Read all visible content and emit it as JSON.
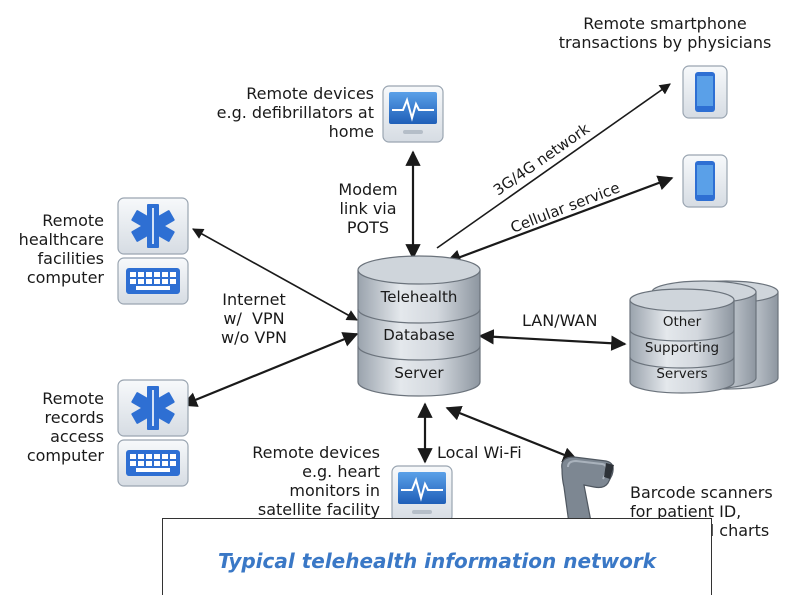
{
  "labels": {
    "remote_smartphone": "Remote smartphone\ntransactions by physicians",
    "remote_devices_home": "Remote devices\ne.g. defibrillators at\nhome",
    "network_3g4g": "3G/4G network",
    "cellular_service": "Cellular service",
    "modem_link": "Modem\nlink via\nPOTS",
    "remote_healthcare": "Remote\nhealthcare\nfacilities\ncomputer",
    "internet_vpn": "Internet\nw/  VPN\nw/o VPN",
    "remote_records": "Remote\nrecords\naccess\ncomputer",
    "lan_wan": "LAN/WAN",
    "local_wifi": "Local Wi-Fi",
    "remote_devices_heart": "Remote devices\ne.g. heart\nmonitors in\nsatellite facility",
    "barcode_scanners": "Barcode scanners\nfor patient ID,\nmeds, and charts"
  },
  "database": {
    "line1": "Telehealth",
    "line2": "Database",
    "line3": "Server"
  },
  "servers": {
    "line1": "Other",
    "line2": "Supporting",
    "line3": "Servers"
  },
  "caption": "Typical telehealth information network",
  "colors": {
    "accent": "#3a78c6",
    "icon_blue": "#2e6fd3",
    "line": "#1a1a1a"
  }
}
